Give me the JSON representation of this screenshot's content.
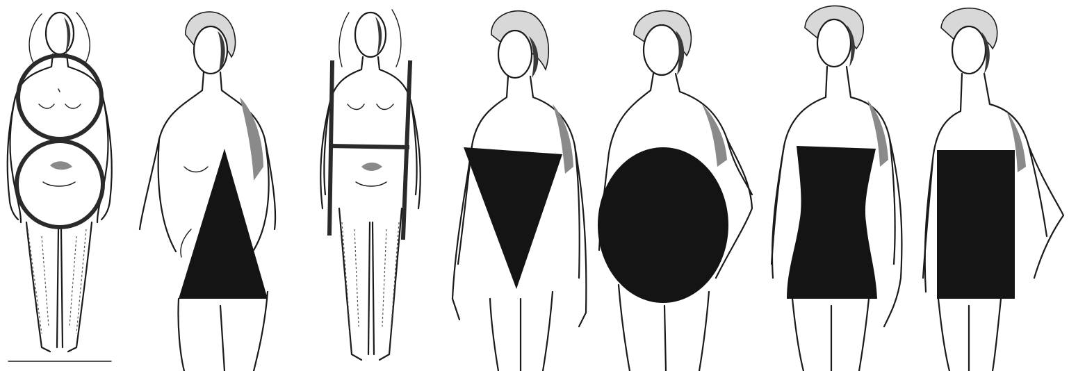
{
  "figures": [
    {
      "id": "hourglass-sketch",
      "shape": "two-circles"
    },
    {
      "id": "triangle-figure",
      "shape": "triangle"
    },
    {
      "id": "rectangle-sketch",
      "shape": "h-frame"
    },
    {
      "id": "inverted-triangle-figure",
      "shape": "inverted-triangle"
    },
    {
      "id": "oval-figure",
      "shape": "oval"
    },
    {
      "id": "hourglass-figure",
      "shape": "hourglass"
    },
    {
      "id": "rectangle-figure",
      "shape": "rectangle"
    }
  ],
  "colors": {
    "background": "#ffffff",
    "ink": "#1a1a1a",
    "shape_fill": "#141414",
    "shading": "#3a3a3a"
  }
}
